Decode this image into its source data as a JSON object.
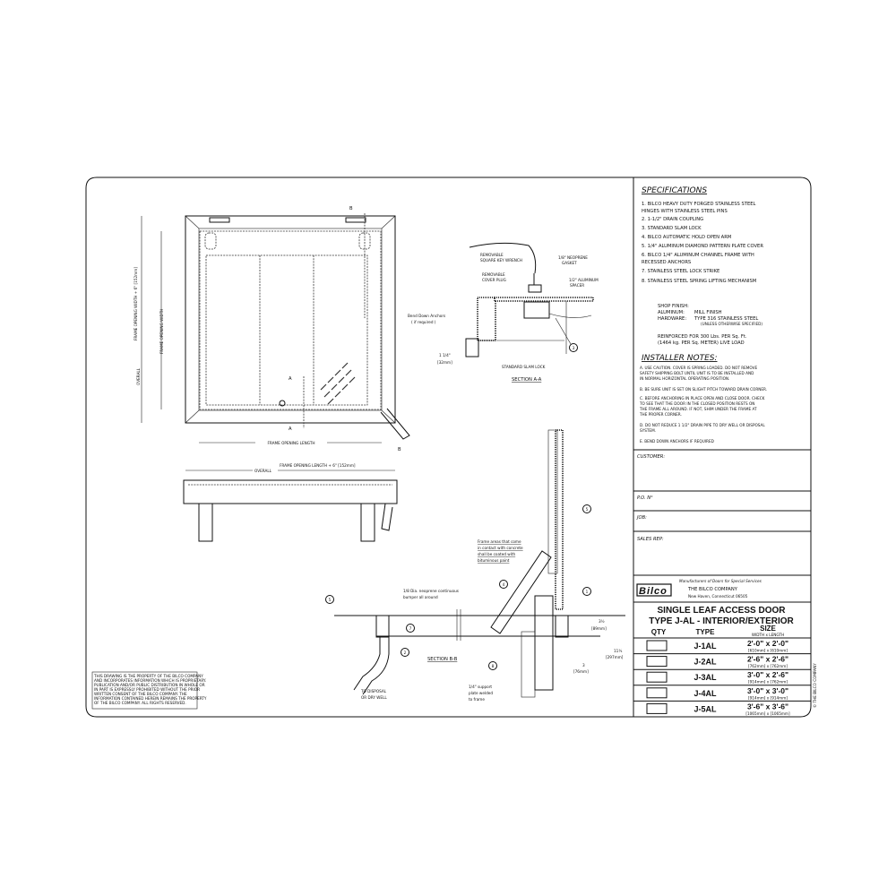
{
  "specifications": {
    "heading": "SPECIFICATIONS",
    "items": [
      "1.  BILCO HEAVY DUTY FORGED STAINLESS STEEL",
      "     HINGES WITH STAINLESS STEEL PINS",
      "2.  1-1/2\" DRAIN COUPLING",
      "3.  STANDARD SLAM LOCK",
      "4.  BILCO AUTOMATIC HOLD OPEN ARM",
      "5.  1/4\" ALUMINUM DIAMOND PATTERN PLATE COVER",
      "6.  BILCO 1/4\" ALUMINUM CHANNEL FRAME WITH",
      "     RECESSED ANCHORS",
      "7.  STAINLESS STEEL LOCK STRIKE",
      "8.  STAINLESS STEEL SPRING LIFTING MECHANISM"
    ],
    "shop_finish": "SHOP FINISH:",
    "aluminum_label": "ALUMINUM:",
    "aluminum_value": "MILL FINISH",
    "hardware_label": "HARDWARE:",
    "hardware_value": "TYPE 316 STAINLESS STEEL",
    "hardware_note": "(UNLESS OTHERWISE SPECIFIED)",
    "reinforced_1": "REINFORCED FOR 300 Lbs. PER Sq. Ft.",
    "reinforced_2": "(1464 kg. PER Sq. METER) LIVE LOAD"
  },
  "installer_notes": {
    "heading": "INSTALLER NOTES:",
    "lines": [
      "A. USE CAUTION. COVER IS SPRING LOADED. DO NOT REMOVE",
      "    SAFETY SHIPPING BOLT UNTIL UNIT IS TO BE INSTALLED AND",
      "    IN NORMAL HORIZONTAL OPERATING POSITION.",
      "B. BE SURE UNIT IS SET ON SLIGHT PITCH TOWARD DRAIN CORNER.",
      "C. BEFORE ANCHORING IN PLACE OPEN AND CLOSE DOOR. CHECK",
      "    TO SEE THAT THE DOOR IN THE CLOSED POSITION RESTS ON",
      "    THE FRAME ALL AROUND. IF NOT, SHIM UNDER THE FRAME AT",
      "    THE PROPER CORNER.",
      "D. DO NOT REDUCE 1 1/2\" DRAIN PIPE TO DRY WELL OR DISPOSAL",
      "    SYSTEM.",
      "E. BEND DOWN ANCHORS IF REQUIRED"
    ]
  },
  "fields": {
    "customer": "CUSTOMER:",
    "po": "P.O. N°",
    "job": "JOB:",
    "sales_rep": "SALES REP:"
  },
  "company": {
    "logo": "Bilco",
    "tagline": "Manufacturers of Doors for Special Services",
    "name": "THE  BILCO  COMPANY",
    "address": "New Haven, Connecticut 06505"
  },
  "title": {
    "line1": "SINGLE LEAF ACCESS DOOR",
    "line2": "TYPE J-AL  -  INTERIOR/EXTERIOR",
    "col_qty": "QTY",
    "col_type": "TYPE",
    "col_size": "SIZE",
    "col_size_sub": "WIDTH  x  LENGTH",
    "rows": [
      {
        "type": "J-1AL",
        "size": "2'-0\" x 2'-0\"",
        "metric": "[610mm] x [610mm]"
      },
      {
        "type": "J-2AL",
        "size": "2'-6\" x 2'-6\"",
        "metric": "[762mm] x [762mm]"
      },
      {
        "type": "J-3AL",
        "size": "3'-0\" x 2'-6\"",
        "metric": "[914mm] x [762mm]"
      },
      {
        "type": "J-4AL",
        "size": "3'-0\" x 3'-0\"",
        "metric": "[914mm] x [914mm]"
      },
      {
        "type": "J-5AL",
        "size": "3'-6\" x 3'-6\"",
        "metric": "[1065mm] x [1065mm]"
      }
    ]
  },
  "copyright_side": "© THE BILCO COMPANY",
  "proprietary": [
    "THIS DRAWING IS THE PROPERTY OF THE BILCO COMPANY",
    "AND INCORPORATES INFORMATION WHICH IS PROPRIETARY.",
    "PUBLICATION AND/OR PUBLIC DISTRIBUTION IN WHOLE OR",
    "IN PART IS EXPRESSLY PROHIBITED WITHOUT THE PRIOR",
    "WRITTEN CONSENT OF THE BILCO COMPANY. THE",
    "INFORMATION CONTAINED HEREIN REMAINS THE PROPERTY",
    "OF THE BILCO COMPANY. ALL RIGHTS RESERVED."
  ],
  "plan_view": {
    "overall_width": "OVERALL",
    "frame_width_plus": "FRAME OPENING WIDTH + 6\" [152mm]",
    "frame_opening_width": "FRAME OPENING WIDTH",
    "frame_opening_length": "FRAME OPENING LENGTH",
    "overall_length": "OVERALL",
    "frame_length_plus": "FRAME OPENING LENGTH + 6\" [152mm]",
    "cut_a": "A",
    "cut_b": "B"
  },
  "section_aa": {
    "title": "SECTION A-A",
    "caption": "STANDARD SLAM LOCK",
    "wrench_1": "REMOVABLE",
    "wrench_2": "SQUARE KEY WRENCH",
    "plug_1": "REMOVABLE",
    "plug_2": "COVER PLUG",
    "gasket_1": "1/8\" NEOPRENE",
    "gasket_2": "GASKET",
    "spacer_1": "1/2\" ALUMINUM",
    "spacer_2": "SPACER",
    "anchors_1": "Bend Down Anchors",
    "anchors_2": "( if required )",
    "dim_1": "1 1/4\"",
    "dim_2": "[32mm]",
    "callout": "3"
  },
  "section_bb": {
    "title": "SECTION B-B",
    "bumper_1": "1/8 Dia. neoprene continuous",
    "bumper_2": "bumper all around",
    "coating": [
      "Frame areas that come",
      "in contact with concrete",
      "shall be coated with",
      "bituminous paint"
    ],
    "disposal_1": "TO DISPOSAL",
    "disposal_2": "OR DRY WELL",
    "support_1": "1/4\" support",
    "support_2": "plate welded",
    "support_3": "to frame",
    "dim_a": "3½",
    "dim_a_mm": "[89mm]",
    "dim_b": "11¾",
    "dim_b_mm": "[297mm]",
    "dim_c": "3",
    "dim_c_mm": "[76mm]",
    "callouts": [
      "1",
      "2",
      "4",
      "5",
      "7",
      "8"
    ]
  }
}
